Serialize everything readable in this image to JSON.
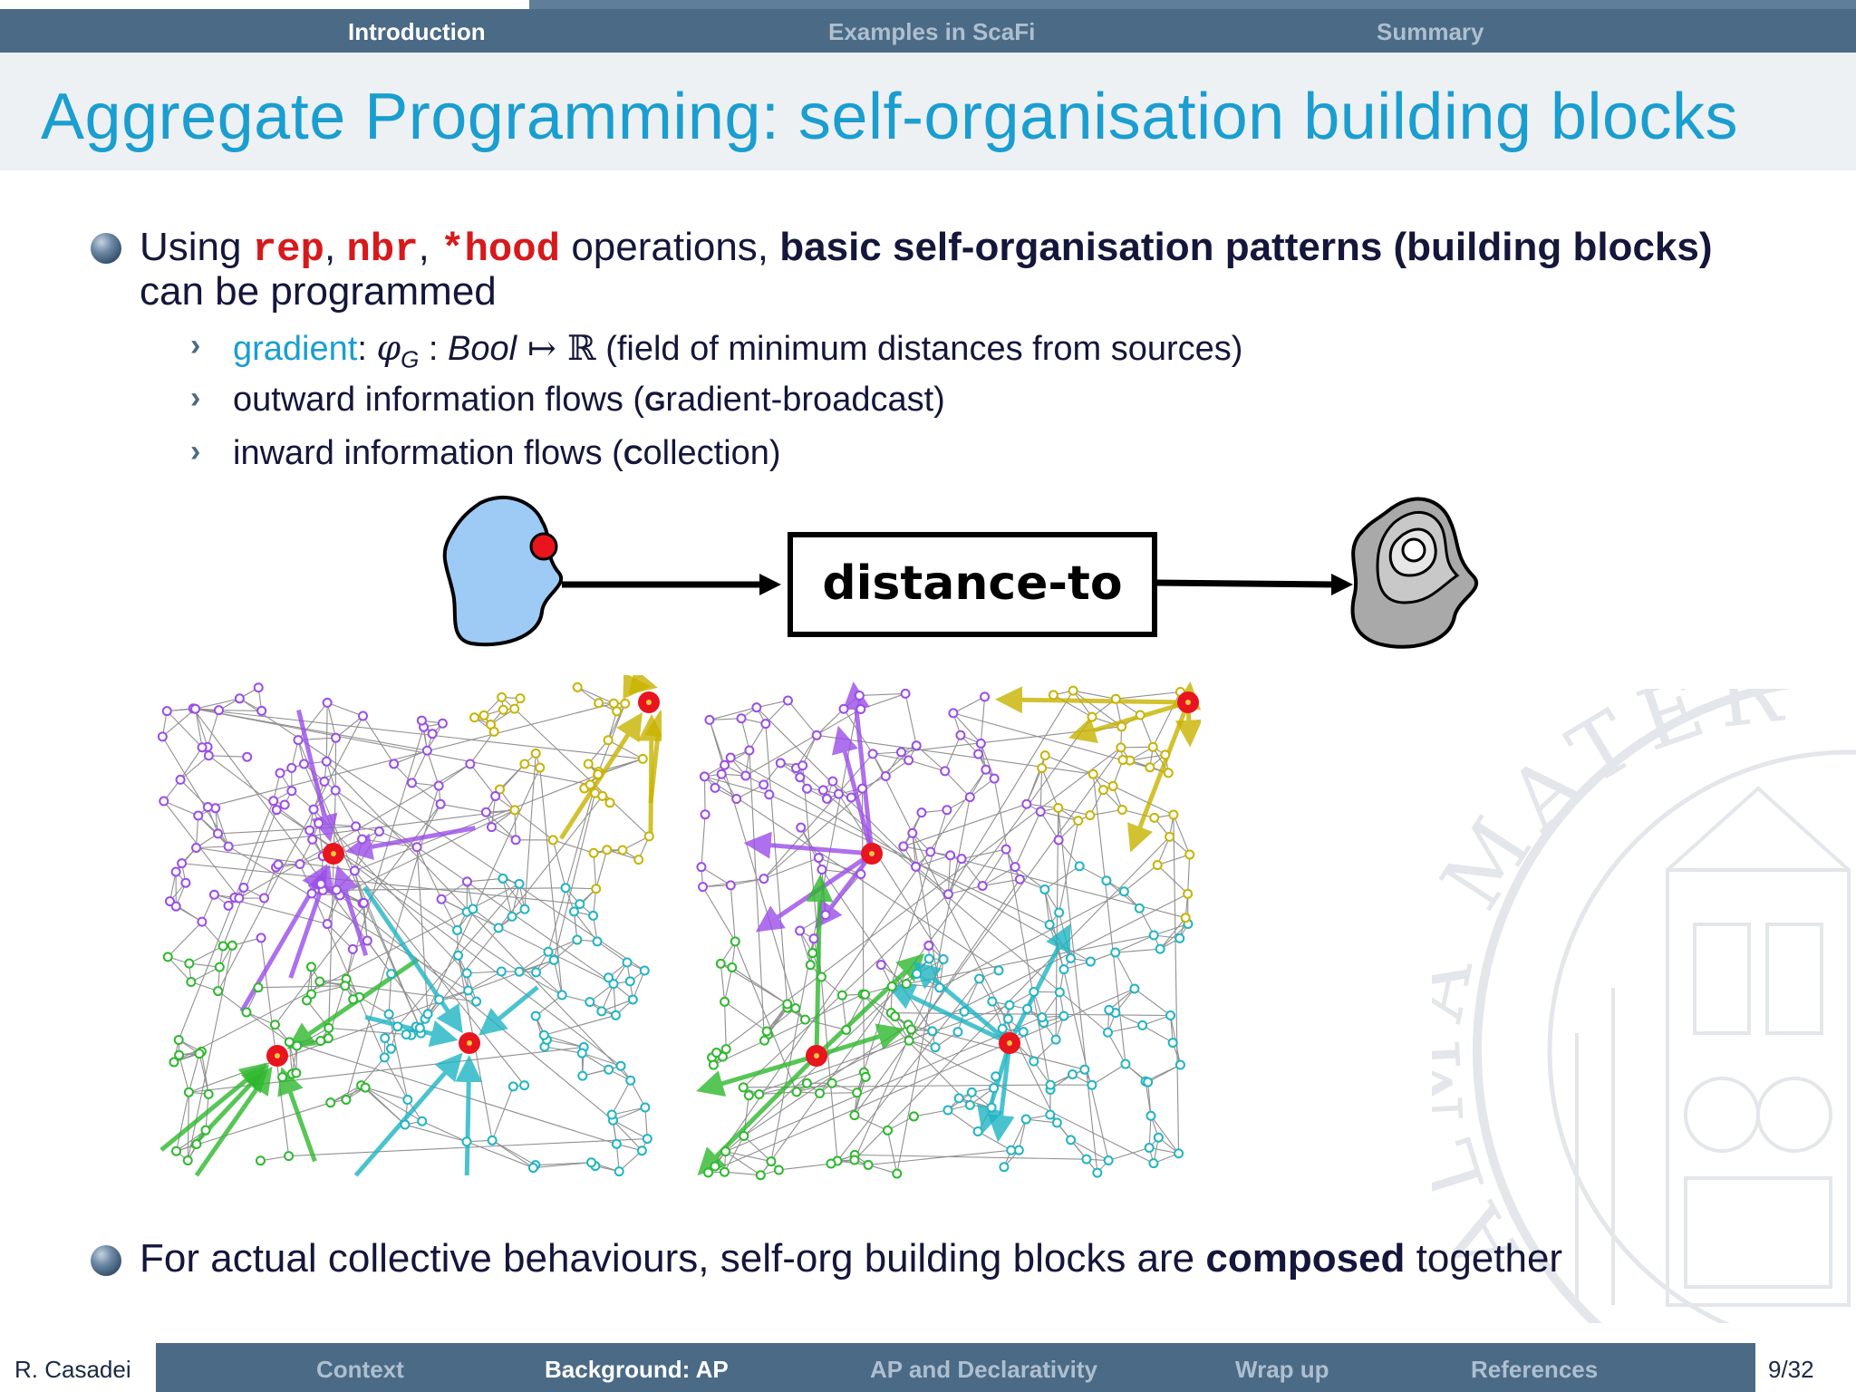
{
  "header": {
    "progress": 0.285,
    "sections": [
      "Introduction",
      "Examples in ScaFi",
      "Summary"
    ],
    "active_section": 0
  },
  "slide": {
    "title": "Aggregate Programming: self-organisation building blocks",
    "bullet1": {
      "pre": "Using ",
      "op1": "rep",
      "sep1": ", ",
      "op2": "nbr",
      "sep2": ", ",
      "op3": "*hood",
      "mid": " operations, ",
      "strong": "basic self-organisation patterns (building blocks)",
      "line2": "can be programmed"
    },
    "subitems": {
      "gradient": {
        "name": "gradient",
        "colon": ": ",
        "phi": "φ",
        "sub": "G",
        "sig_colon": " : ",
        "bool": "Bool",
        "mapsto": " ↦ ",
        "reals": "ℝ",
        "desc": " (field of minimum distances from sources)"
      },
      "outward": {
        "pre": "outward information flows (",
        "cap": "G",
        "rest": "radient-broadcast)"
      },
      "inward": {
        "pre": "inward information flows (",
        "cap": "C",
        "rest": "ollection)"
      }
    },
    "diagram": {
      "box_label": "distance-to"
    },
    "bullet2": {
      "pre": "For actual collective behaviours, self-org building blocks are ",
      "strong": "composed",
      "post": " together"
    },
    "seal_text": "ALMA MATER · UNIVERSITA"
  },
  "footer": {
    "author": "R. Casadei",
    "sections": [
      "Context",
      "Background: AP",
      "AP and Declarativity",
      "Wrap up",
      "References"
    ],
    "active_section": 1,
    "page": "9/32"
  },
  "colors": {
    "bar": "#4a6a86",
    "title": "#1a9ed0",
    "code": "#d7191c",
    "purple": "#9b4de8",
    "yellow": "#c8b400",
    "green": "#2eb82e",
    "cyan": "#1fb5c4",
    "source": "#e8141e",
    "blob": "#9ecbf5"
  }
}
